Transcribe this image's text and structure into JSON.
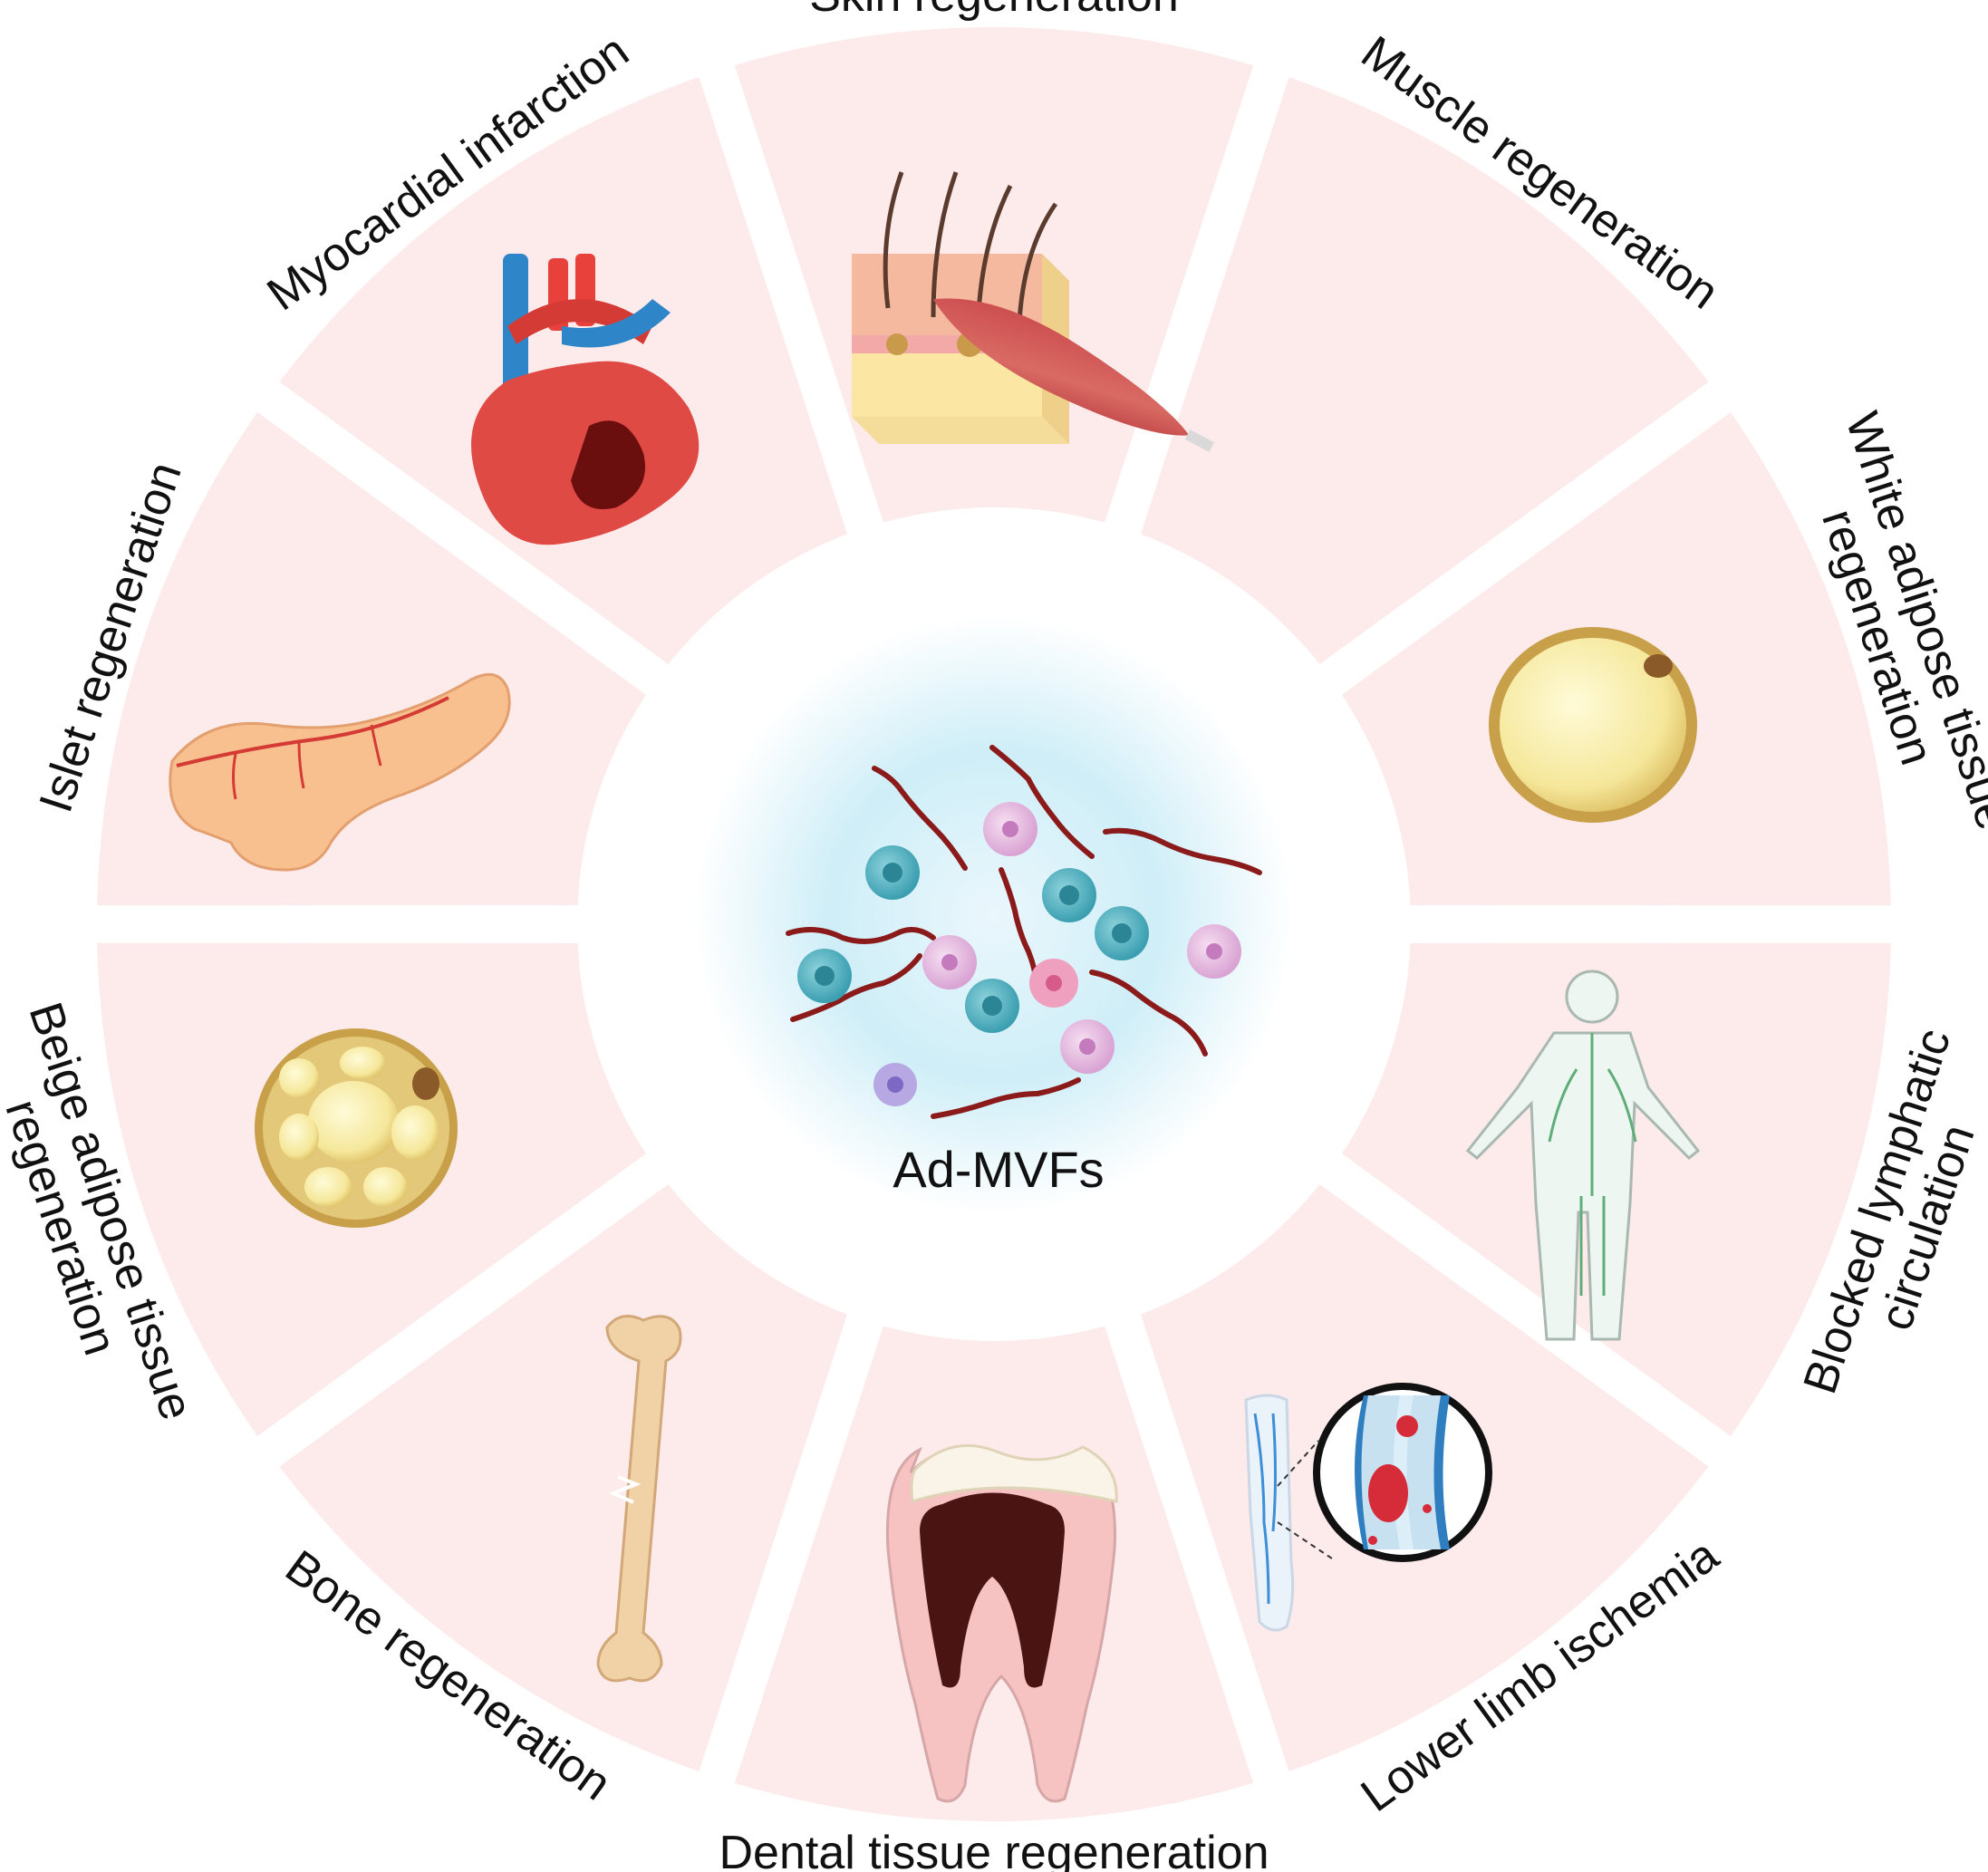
{
  "center": {
    "label": "Ad-MVFs"
  },
  "segments": [
    {
      "id": "skin",
      "label": "Skin regeneration",
      "icon": "skin-section-icon",
      "label_lines": [
        "Skin regeneration"
      ]
    },
    {
      "id": "muscle",
      "label": "Muscle regeneration",
      "icon": "muscle-icon",
      "label_lines": [
        "Muscle regeneration"
      ]
    },
    {
      "id": "white",
      "label": "White adipose tissue regeneration",
      "icon": "white-adipocyte-icon",
      "label_lines": [
        "White adipose tissue",
        "regeneration"
      ]
    },
    {
      "id": "lymph",
      "label": "Blocked lymphatic circulation",
      "icon": "lymphatic-body-icon",
      "label_lines": [
        "Blocked lymphatic",
        "circulation"
      ]
    },
    {
      "id": "ischemia",
      "label": "Lower limb ischemia",
      "icon": "leg-vessel-icon",
      "label_lines": [
        "Lower limb ischemia"
      ]
    },
    {
      "id": "dental",
      "label": "Dental tissue regeneration",
      "icon": "tooth-icon",
      "label_lines": [
        "Dental tissue regeneration"
      ]
    },
    {
      "id": "bone",
      "label": "Bone regeneration",
      "icon": "bone-icon",
      "label_lines": [
        "Bone regeneration"
      ]
    },
    {
      "id": "beige",
      "label": "Beige adipose tissue regeneration",
      "icon": "beige-adipocyte-icon",
      "label_lines": [
        "Beige adipose tissue",
        "regeneration"
      ]
    },
    {
      "id": "islet",
      "label": "Islet regeneration",
      "icon": "pancreas-icon",
      "label_lines": [
        "Islet regeneration"
      ]
    },
    {
      "id": "myocard",
      "label": "Myocardial infarction",
      "icon": "heart-icon",
      "label_lines": [
        "Myocardial infarction"
      ]
    }
  ],
  "colors": {
    "segment_fill": "#fdeaea",
    "separator": "#ffffff",
    "center_glow": "#bfe6f5",
    "fiber": "#8b1a1a"
  }
}
